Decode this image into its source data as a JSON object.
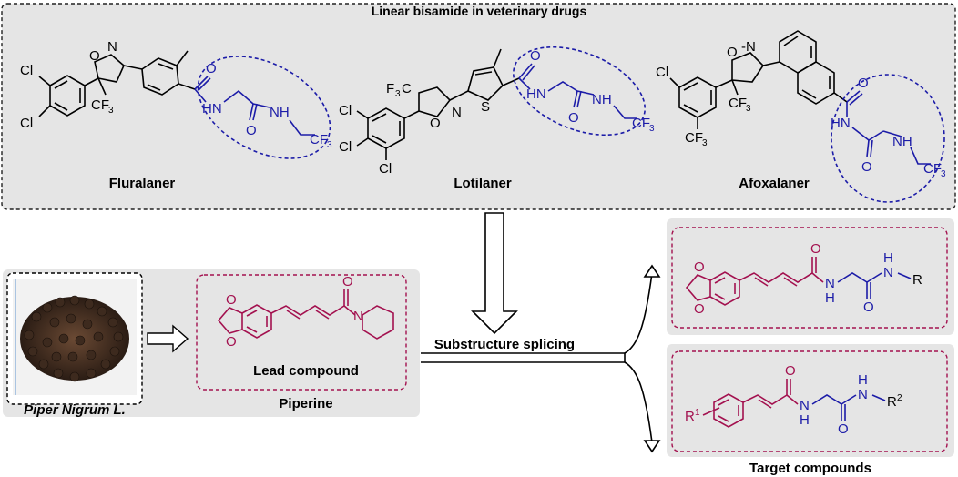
{
  "top_panel": {
    "title": "Linear bisamide in veterinary drugs",
    "drugs": [
      {
        "name": "Fluralaner"
      },
      {
        "name": "Lotilaner"
      },
      {
        "name": "Afoxalaner"
      }
    ]
  },
  "natural_source": {
    "label": "Piper Nigrum L."
  },
  "lead": {
    "label": "Lead compound",
    "name": "Piperine"
  },
  "process": {
    "label": "Substructure splicing"
  },
  "targets": {
    "label": "Target compounds"
  },
  "atoms": {
    "Cl": "Cl",
    "O": "O",
    "N": "N",
    "S": "S",
    "NH": "NH",
    "HN": "HN",
    "H": "H",
    "CF3": "CF",
    "three": "3",
    "F3C": "F",
    "R": "R",
    "R1": "R",
    "R2": "R",
    "one": "1",
    "two": "2"
  },
  "colors": {
    "panel_bg": "#e5e5e5",
    "drug_highlight": "#1c1ca8",
    "scaffold": "#a3114f",
    "box_border_top": "#222222",
    "ellipse_border": "#1c1ca8",
    "lead_border": "#a3114f"
  }
}
